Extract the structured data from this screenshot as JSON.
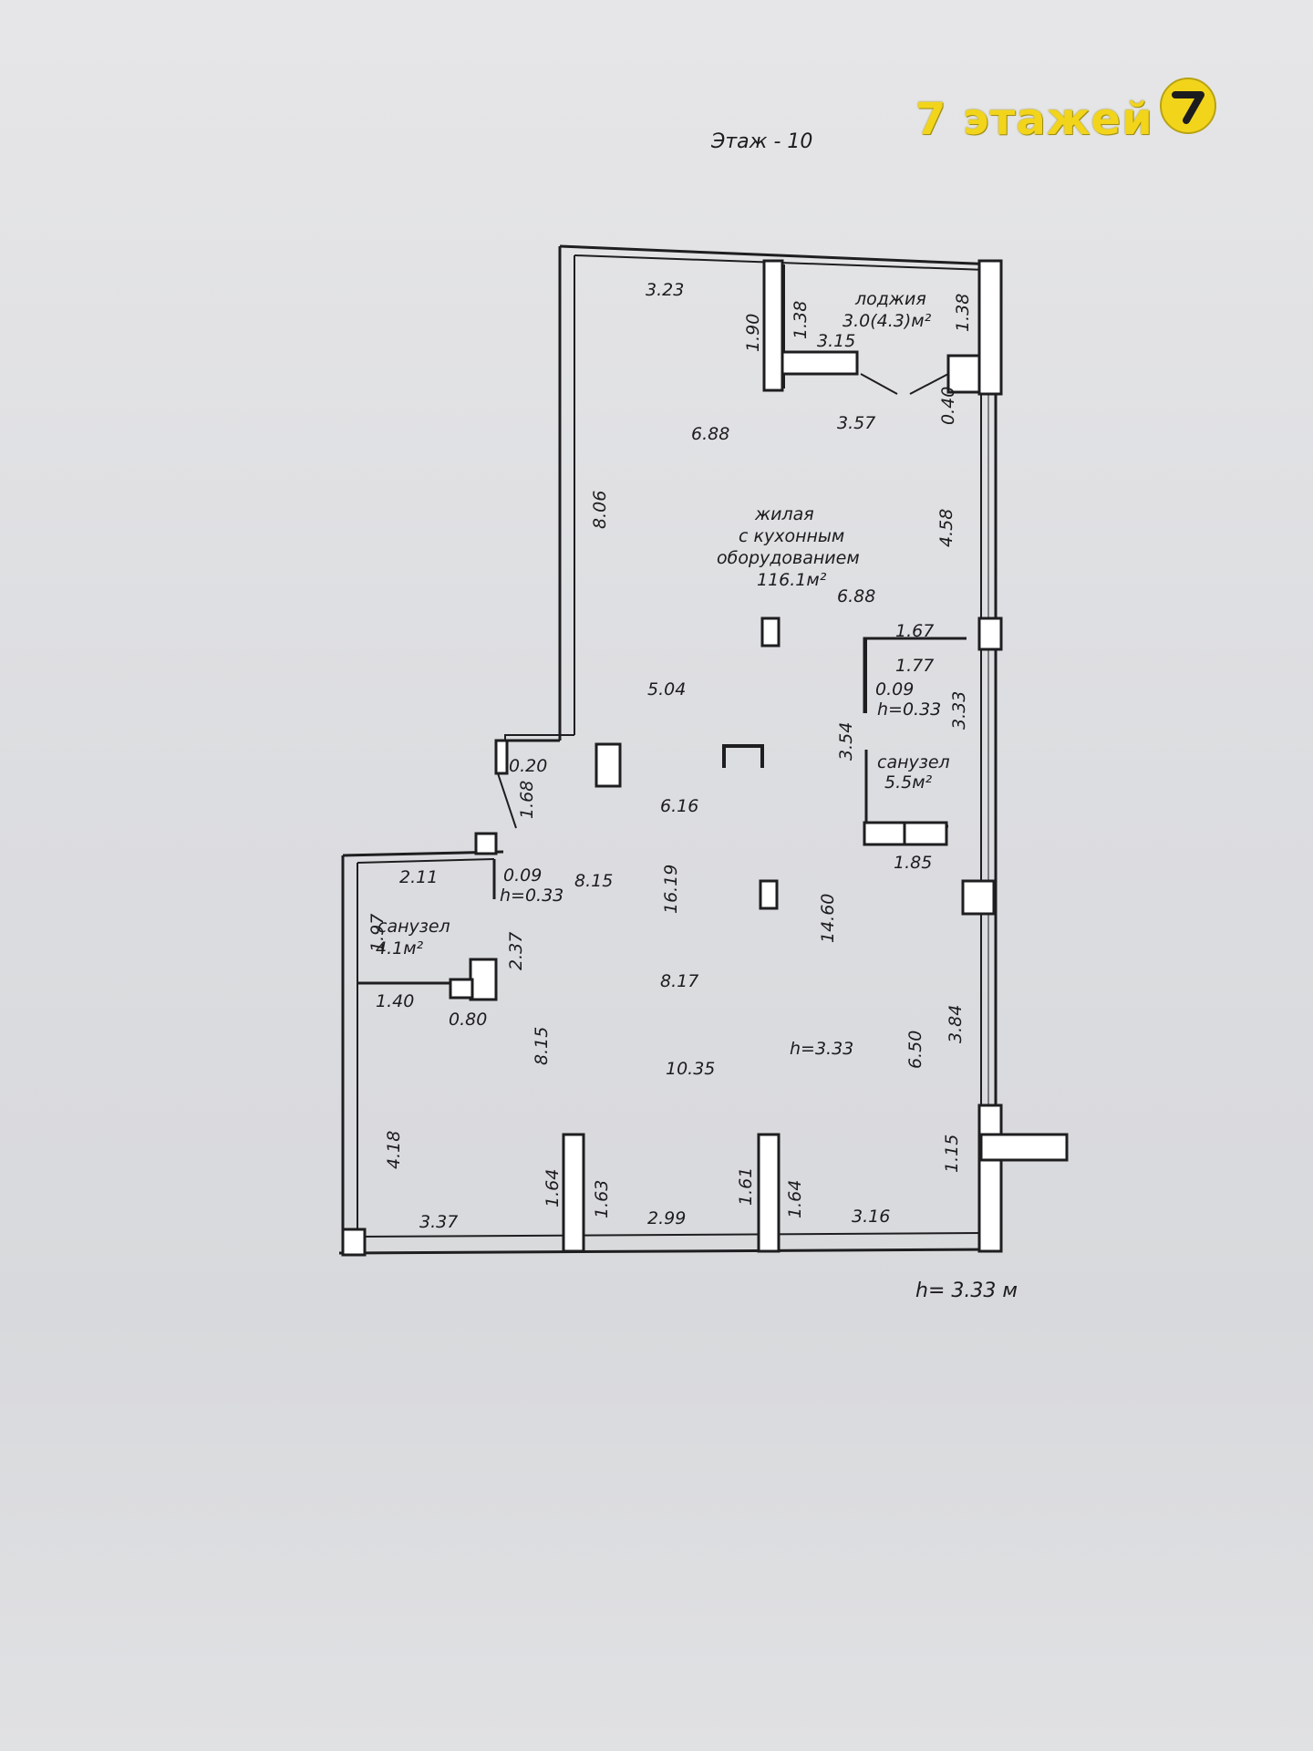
{
  "header": {
    "floor_title": "Этаж - 10"
  },
  "brand": {
    "text": "7 этажей",
    "logo_digit": "7",
    "logo_icon": "seven-badge-icon",
    "color": "#f2d51b"
  },
  "rooms": {
    "loggia": {
      "name": "лоджия",
      "area": "3.0(4.3)м²"
    },
    "living": {
      "line1": "жилая",
      "line2": "с кухонным",
      "line3": "оборудованием",
      "area": "116.1м²"
    },
    "bath_right": {
      "name": "санузел",
      "area": "5.5м²"
    },
    "bath_left": {
      "name": "санузел",
      "area": "4.1м²"
    }
  },
  "dimensions": {
    "d_323": "3.23",
    "d_190": "1.90",
    "d_138a": "1.38",
    "d_315": "3.15",
    "d_138b": "1.38",
    "d_040": "0.40",
    "d_688a": "6.88",
    "d_357": "3.57",
    "d_806": "8.06",
    "d_458": "4.58",
    "d_688b": "6.88",
    "d_167": "1.67",
    "d_177": "1.77",
    "d_009a": "0.09",
    "d_h033a": "h=0.33",
    "d_333v": "3.33",
    "d_504": "5.04",
    "d_354": "3.54",
    "d_020": "0.20",
    "d_168": "1.68",
    "d_616": "6.16",
    "d_185": "1.85",
    "d_211": "2.11",
    "d_009b": "0.09",
    "d_h033b": "h=0.33",
    "d_815a": "8.15",
    "d_1619": "16.19",
    "d_1460": "14.60",
    "d_197": "1.97",
    "d_237": "2.37",
    "d_817": "8.17",
    "d_140": "1.40",
    "d_080": "0.80",
    "d_815b": "8.15",
    "d_1035": "10.35",
    "d_h333": "h=3.33",
    "d_650": "6.50",
    "d_384": "3.84",
    "d_418": "4.18",
    "d_115": "1.15",
    "d_164a": "1.64",
    "d_163": "1.63",
    "d_161": "1.61",
    "d_164b": "1.64",
    "d_337": "3.37",
    "d_299": "2.99",
    "d_316": "3.16"
  },
  "footer": {
    "ceiling_height": "h= 3.33 м"
  }
}
